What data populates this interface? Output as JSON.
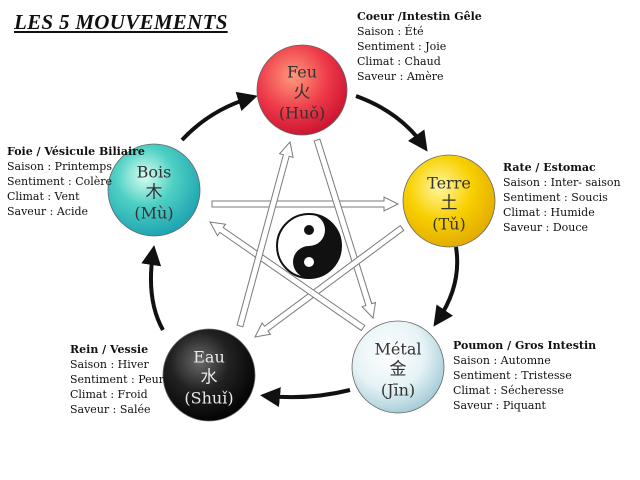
{
  "title": "LES 5 MOUVEMENTS",
  "elements": [
    {
      "key": "fire",
      "name": "Feu",
      "char": "火",
      "pinyin": "(Huǒ)",
      "color": "#e8273a"
    },
    {
      "key": "earth",
      "name": "Terre",
      "char": "土",
      "pinyin": "(Tǔ)",
      "color": "#f2c400"
    },
    {
      "key": "metal",
      "name": "Métal",
      "char": "金",
      "pinyin": "(Jīn)",
      "color": "#bfe0ea"
    },
    {
      "key": "water",
      "name": "Eau",
      "char": "水",
      "pinyin": "(Shuǐ)",
      "color": "#111111"
    },
    {
      "key": "wood",
      "name": "Bois",
      "char": "木",
      "pinyin": "(Mù)",
      "color": "#2fb9c4"
    }
  ],
  "info": {
    "fire": {
      "organs": "Coeur /Intestin Gêle",
      "saison": "Saison : Été",
      "sentiment": "Sentiment : Joie",
      "climat": "Climat : Chaud",
      "saveur": "Saveur : Amère"
    },
    "earth": {
      "organs": "Rate / Estomac",
      "saison": "Saison : Inter- saison",
      "sentiment": "Sentiment : Soucis",
      "climat": "Climat : Humide",
      "saveur": "Saveur : Douce"
    },
    "metal": {
      "organs": "Poumon / Gros Intestin",
      "saison": "Saison : Automne",
      "sentiment": "Sentiment : Tristesse",
      "climat": "Climat : Sécheresse",
      "saveur": "Saveur : Piquant"
    },
    "water": {
      "organs": "Rein / Vessie",
      "saison": "Saison : Hiver",
      "sentiment": "Sentiment : Peur",
      "climat": "Climat : Froid",
      "saveur": "Saveur : Salée"
    },
    "wood": {
      "organs": "Foie / Vésicule Biliaire",
      "saison": "Saison : Printemps",
      "sentiment": "Sentiment : Colère",
      "climat": "Climat : Vent",
      "saveur": "Saveur : Acide"
    }
  }
}
